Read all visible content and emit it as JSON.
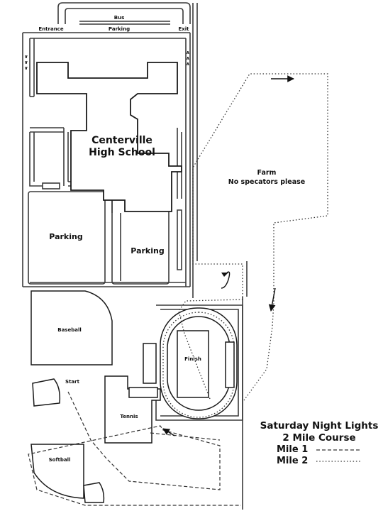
{
  "labels": {
    "bus": "Bus",
    "entrance": "Entrance",
    "parking_top": "Parking",
    "exit": "Exit",
    "school_line1": "Centerville",
    "school_line2": "High School",
    "farm_line1": "Farm",
    "farm_line2": "No specators please",
    "parking_left": "Parking",
    "parking_right": "Parking",
    "baseball": "Baseball",
    "finish": "Finish",
    "start": "Start",
    "tennis": "Tennis",
    "softball": "Softball"
  },
  "legend": {
    "title_line1": "Saturday Night Lights",
    "title_line2": "2 Mile Course",
    "mile1": "Mile 1",
    "mile2": "Mile 2"
  },
  "icons": [
    "arrow-right-icon",
    "arrow-down-icon",
    "u-turn-arrow-icon",
    "arrow-up-left-icon"
  ],
  "colors": {
    "line": "#1a1a1a",
    "background": "#ffffff"
  }
}
